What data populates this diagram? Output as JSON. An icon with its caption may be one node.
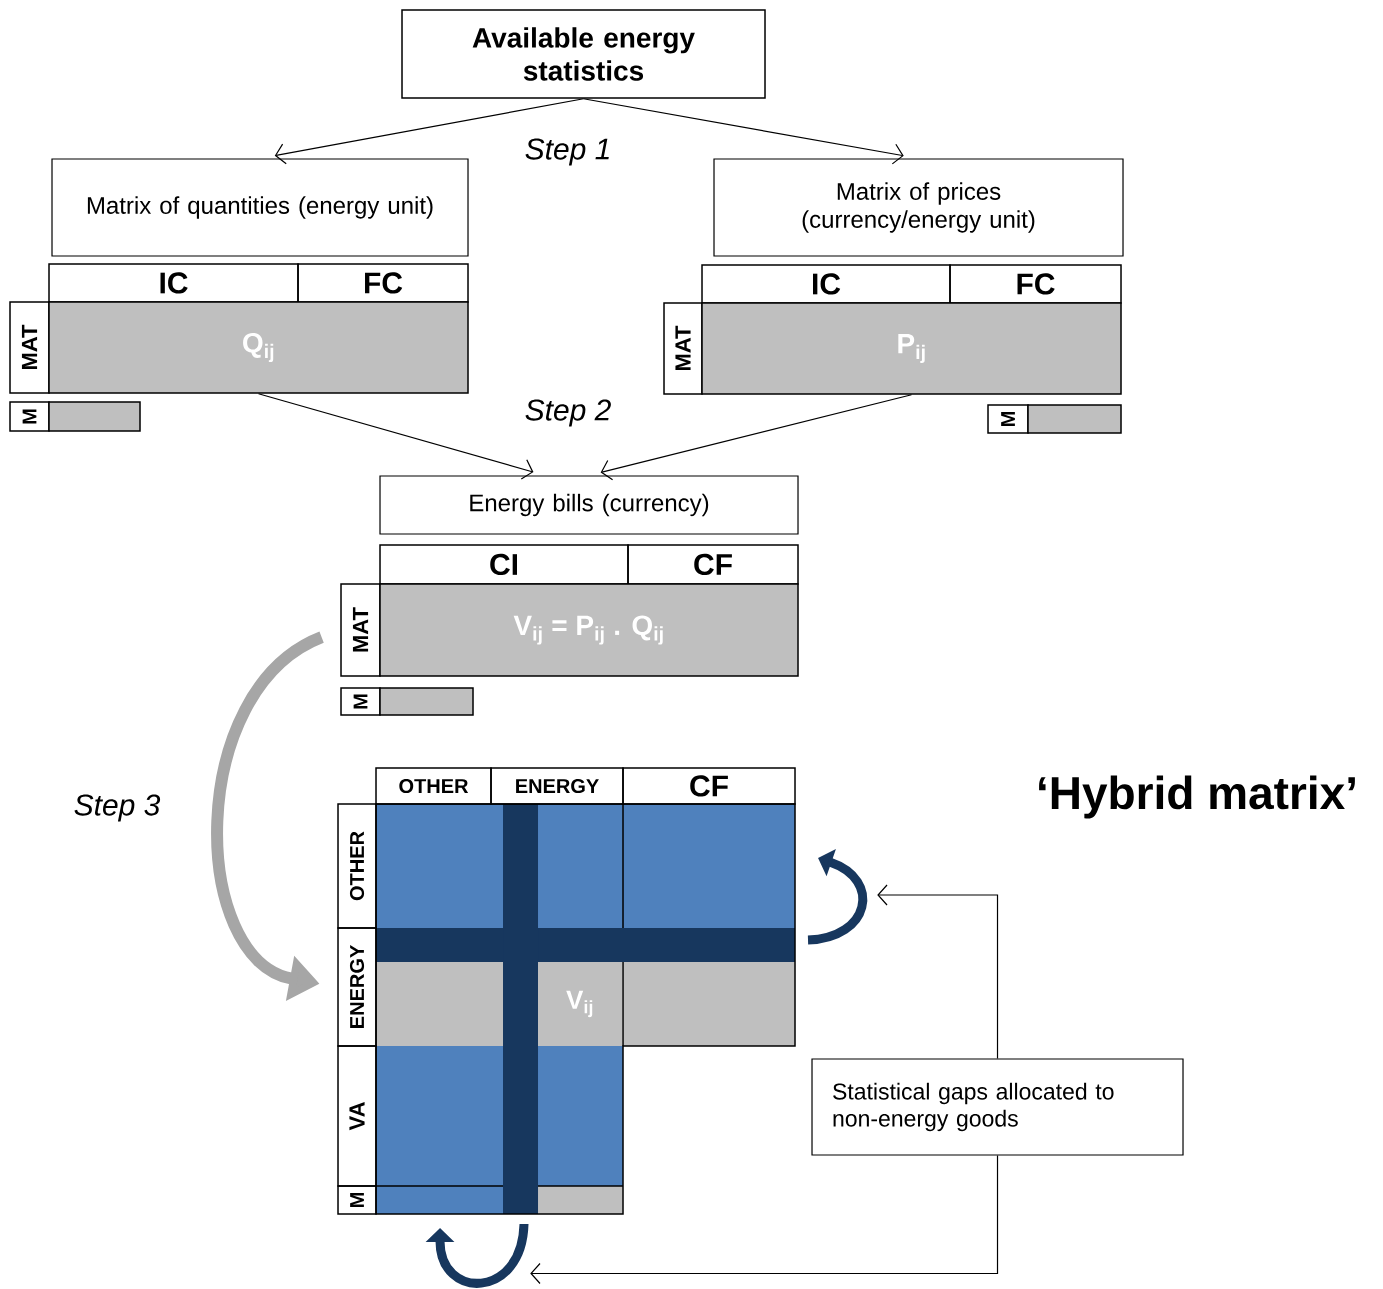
{
  "diagram": {
    "nodes": [
      {
        "text": [
          "Available energy statistics"
        ]
      },
      {
        "text": [
          "Matrix of quantities (energy unit)"
        ]
      },
      {
        "text": [
          "Matrix of prices (currency/energy unit)"
        ]
      },
      {
        "text": [
          "IC"
        ]
      },
      {
        "text": [
          "FC"
        ]
      },
      {
        "text": [
          "MAT"
        ]
      },
      {
        "text": [
          "Q$_{ij}$"
        ]
      },
      {
        "text": [
          "M"
        ]
      },
      {
        "text": [],
        "shape": "box"
      },
      {
        "text": [
          "IC"
        ]
      },
      {
        "text": [
          "FC"
        ]
      },
      {
        "text": [
          "MAT"
        ]
      },
      {
        "text": [
          "P$_{ij}$"
        ]
      },
      {
        "text": [
          "M"
        ]
      },
      {
        "text": [],
        "shape": "box"
      },
      {
        "text": [
          "Energy bills (currency)"
        ]
      },
      {
        "text": [
          "CI"
        ]
      },
      {
        "text": [
          "CF"
        ]
      },
      {
        "text": [
          "MAT"
        ]
      },
      {
        "text": [
          "V$_{ij}$ = P$_{ij}$ . Q$_{ij}$"
        ]
      },
      {
        "text": [
          "M"
        ]
      },
      {
        "text": [],
        "shape": "box"
      },
      {
        "text": [
          "OTHER"
        ]
      },
      {
        "text": [
          "ENERGY"
        ]
      },
      {
        "text": [
          "CF"
        ]
      },
      {
        "text": [
          "OTHER"
        ]
      },
      {
        "text": [
          "ENERGY"
        ]
      },
      {
        "text": [
          "VA"
        ]
      },
      {
        "text": [
          "M"
        ]
      },
      {
        "text": [
          "V$_{ij}$"
        ]
      },
      {
        "text": [
          "Statistical gaps allocated to non-energy goods"
        ]
      },
      {
        "text": [],
        "shape": "arrow"
      },
      {
        "text": [],
        "shape": "arrow"
      }
    ],
    "edges": [
      {
        "from": 0,
        "to": 1,
        "arrow": "to"
      },
      {
        "from": 0,
        "to": 2,
        "arrow": "to"
      },
      {
        "from": 6,
        "to": 15,
        "arrow": "to"
      },
      {
        "from": 12,
        "to": 15,
        "arrow": "to"
      },
      {
        "from": 18,
        "to": 26,
        "arrow": "to",
        "style": "thick",
        "color": "#a6a6a6"
      },
      {
        "from": 30,
        "to": 31,
        "arrow": "to"
      },
      {
        "from": 30,
        "to": 32,
        "arrow": "to"
      }
    ],
    "labels": [
      "Step 1",
      "Step 2",
      "Step 3",
      "‘Hybrid matrix’"
    ]
  }
}
